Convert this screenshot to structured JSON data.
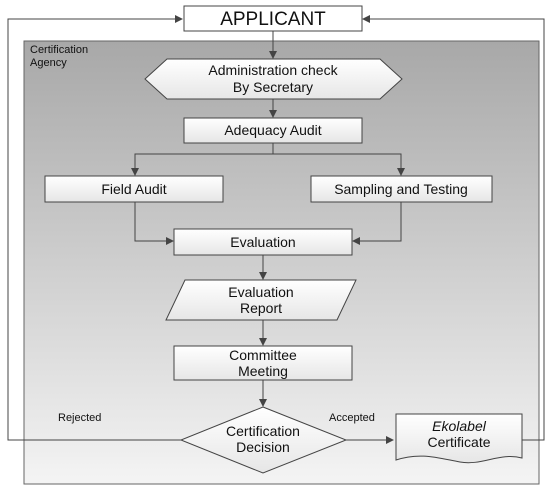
{
  "nodes": {
    "applicant": "APPLICANT",
    "agency_line1": "Certification",
    "agency_line2": "Agency",
    "admin_line1": "Administration check",
    "admin_line2": "By Secretary",
    "adequacy": "Adequacy Audit",
    "field": "Field Audit",
    "sampling": "Sampling and Testing",
    "evaluation": "Evaluation",
    "report_line1": "Evaluation",
    "report_line2": "Report",
    "committee_line1": "Committee",
    "committee_line2": "Meeting",
    "decision_line1": "Certification",
    "decision_line2": "Decision",
    "certificate_line1": "Ekolabel",
    "certificate_line2": "Certificate"
  },
  "edges": {
    "rejected": "Rejected",
    "accepted": "Accepted"
  }
}
